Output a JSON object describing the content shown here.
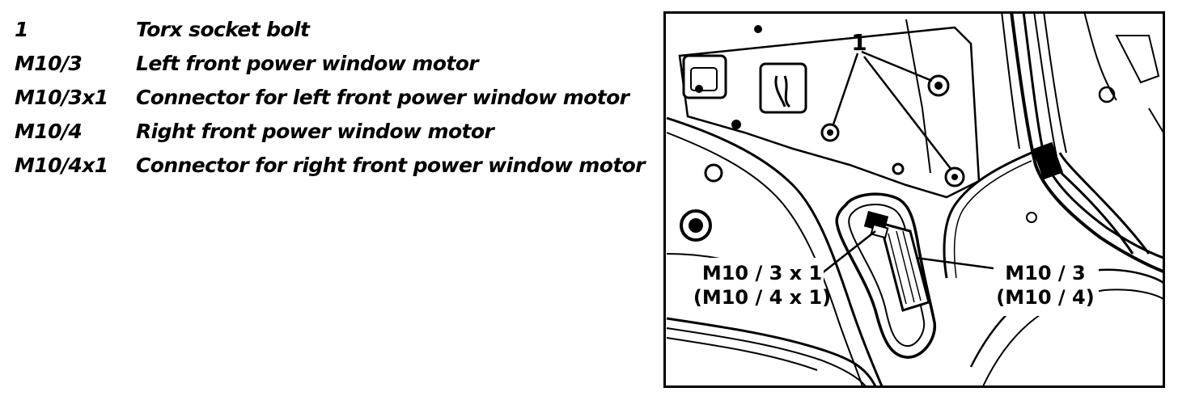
{
  "legend": [
    {
      "code": "1",
      "desc": "Torx socket bolt"
    },
    {
      "code": "M10/3",
      "desc": "Left front power window motor"
    },
    {
      "code": "M10/3x1",
      "desc": "Connector for left front power window motor"
    },
    {
      "code": "M10/4",
      "desc": "Right front power window motor"
    },
    {
      "code": "M10/4x1",
      "desc": "Connector for right front power window motor"
    }
  ],
  "figure": {
    "callout_bolt": "1",
    "callout_connector": "M10 / 3 x 1",
    "callout_connector_alt": "(M10 / 4 x 1)",
    "callout_motor": "M10 / 3",
    "callout_motor_alt": "(M10 / 4)"
  }
}
